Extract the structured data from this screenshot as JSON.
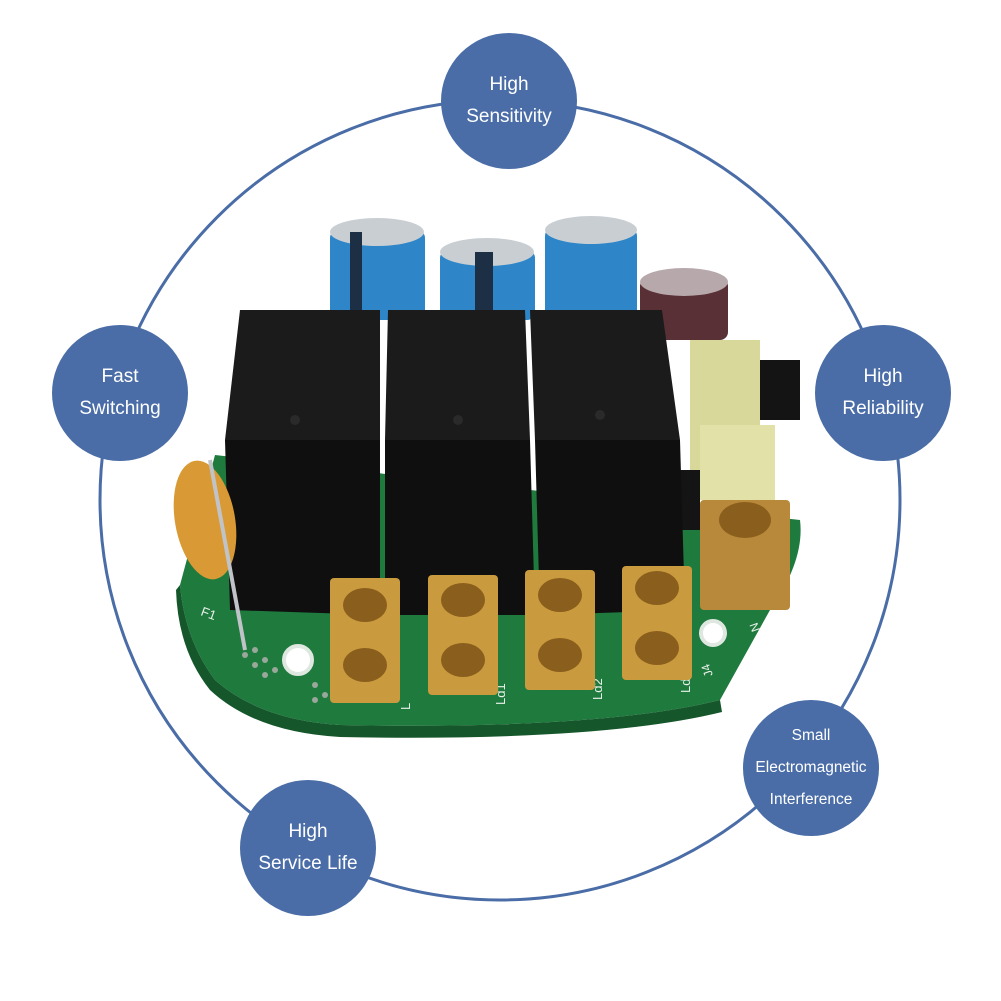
{
  "colors": {
    "ring": "#4a6da7",
    "badge": "#4a6da7",
    "badge_text": "#ffffff",
    "pcb_green": "#1f7a3e",
    "relay_black": "#141414",
    "brass": "#c99a3e",
    "capacitor_blue": "#2e86c8",
    "capacitor_brown": "#5a3037",
    "transformer_yellow": "#d8d89a",
    "fuse_orange": "#d99a35"
  },
  "features": {
    "sensitivity": {
      "line1": "High",
      "line2": "Sensitivity"
    },
    "fast": {
      "line1": "Fast",
      "line2": "Switching"
    },
    "reliability": {
      "line1": "High",
      "line2": "Reliability"
    },
    "emi": {
      "line1": "Small",
      "line2": "Electromagnetic",
      "line3": "Interference"
    },
    "service": {
      "line1": "High",
      "line2": "Service Life"
    }
  },
  "board_labels": {
    "f1": "F1",
    "l": "L",
    "ld1": "Ld1",
    "ld2": "Ld2",
    "ld3": "Ld3",
    "j4": "J4",
    "n": "N"
  }
}
